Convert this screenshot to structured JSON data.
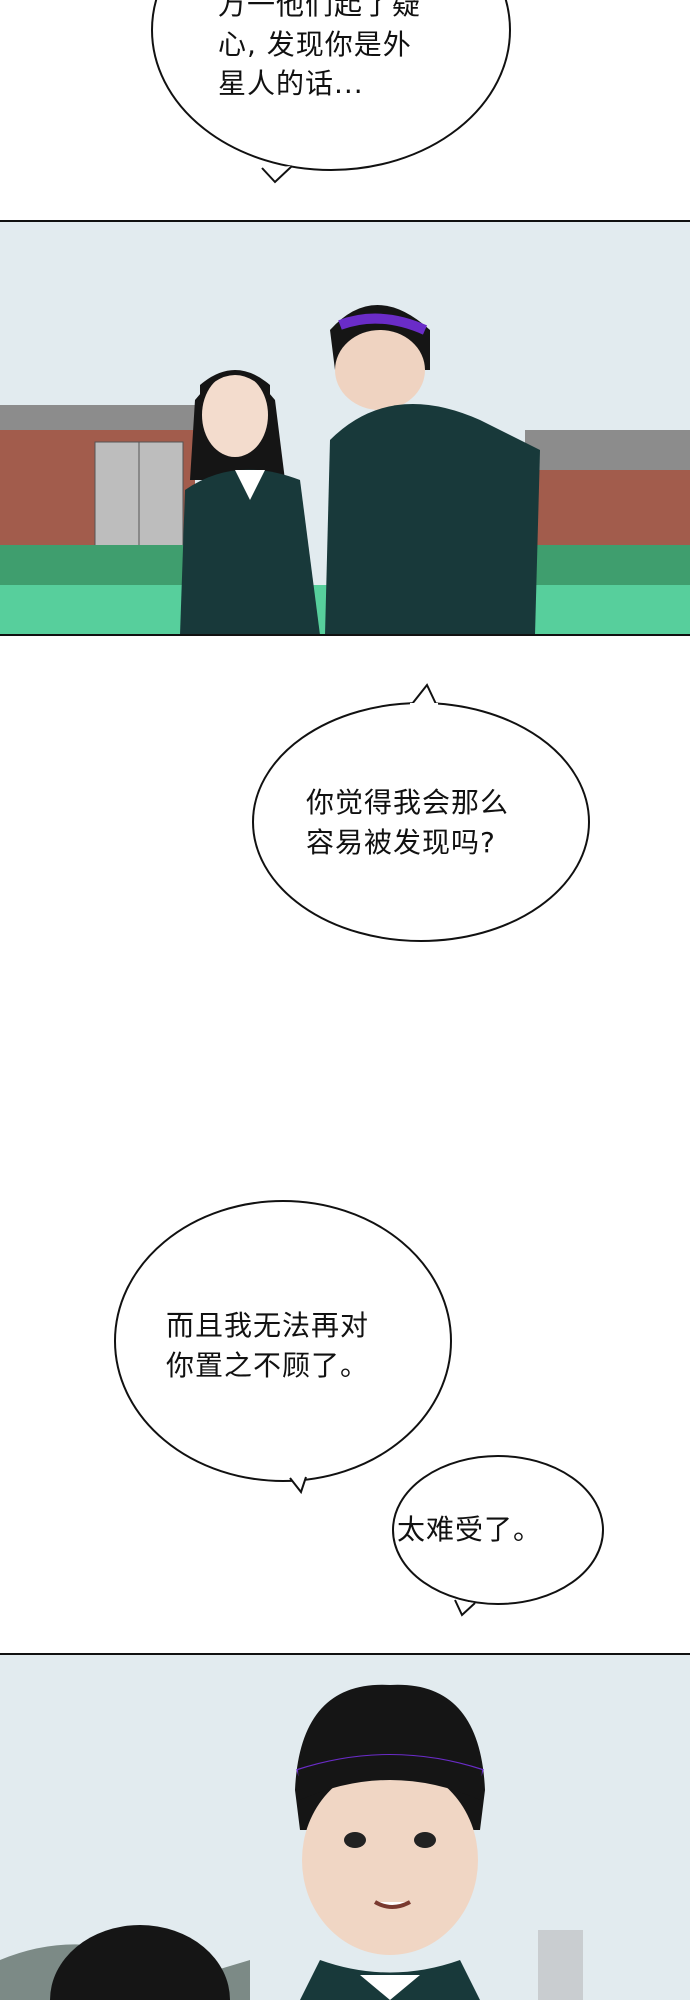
{
  "bubbles": [
    {
      "lines": [
        "万一他们起了疑",
        "心, 发现你是外",
        "星人的话..."
      ]
    },
    {
      "lines": [
        "你觉得我会那么",
        "容易被发现吗?"
      ]
    },
    {
      "lines": [
        "而且我无法再对",
        "你置之不顾了。"
      ]
    },
    {
      "lines": [
        "太难受了。"
      ]
    }
  ],
  "colors": {
    "sky": "#dfe9ee",
    "brick": "#a0594a",
    "grass": "#57cf9c",
    "uniform": "#18393a",
    "hair": "#151515",
    "hair_highlight": "#6a2cc8"
  }
}
